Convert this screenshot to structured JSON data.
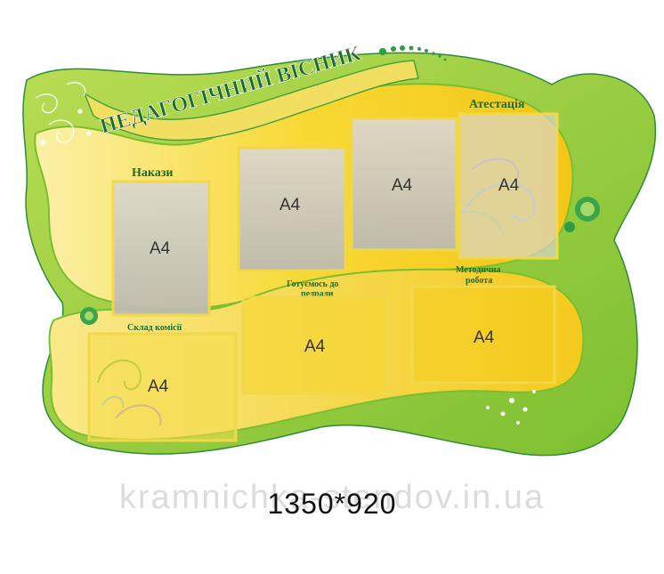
{
  "board": {
    "title": "ПЕДАГОГІЧНИЙ ВІСНИК",
    "sections": {
      "nakazy": "Накази",
      "atestatsiia": "Атестація",
      "hotuiemos_line1": "Готуємось до",
      "hotuiemos_line2": "педради",
      "metodychna_line1": "Методична",
      "metodychna_line2": "робота",
      "sklad": "Склад комісії"
    },
    "pockets": [
      "A4",
      "A4",
      "A4",
      "A4",
      "A4",
      "A4",
      "A4"
    ]
  },
  "dimensions": "1350*920",
  "watermark": "kramnichka-stendov.in.ua",
  "colors": {
    "green": "#8cc63f",
    "dark_green": "#1f6b2a",
    "yellow": "#f7d21c",
    "light_yellow": "#fbeea0",
    "pocket_grey": "#c9c6b8"
  }
}
